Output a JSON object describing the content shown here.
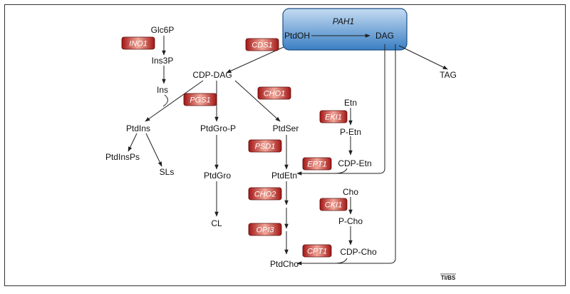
{
  "diagram": {
    "credit": "TI/BS",
    "colors": {
      "enzyme_fill_dark": "#a21616",
      "enzyme_fill_light": "#f2a89a",
      "box_fill_top": "#c6dcf2",
      "box_fill_bottom": "#3a7fc4",
      "box_stroke": "#1d4f86",
      "line": "#222222"
    },
    "box": {
      "label": "PAH1",
      "left": "PtdOH",
      "right": "DAG"
    },
    "metabolites": {
      "glc6p": {
        "t1": "Glc6",
        "t2": "P"
      },
      "ins3p": {
        "t1": "Ins3",
        "t2": "P"
      },
      "ins": "Ins",
      "cdpdag": "CDP-DAG",
      "tag": "TAG",
      "ptdins": "PtdIns",
      "ptdinsps": {
        "t1": "PtdIns",
        "t2": "P",
        "t3": "s"
      },
      "sls": "SLs",
      "ptdgrop": {
        "t1": "PtdGro-",
        "t2": "P"
      },
      "ptdgro": "PtdGro",
      "cl": "CL",
      "ptdser": "PtdSer",
      "ptdetn": "PtdEtn",
      "ptdcho": "PtdCho",
      "etn": "Etn",
      "petn": {
        "t1": "P",
        "t2": "-Etn"
      },
      "cdpetn": "CDP-Etn",
      "cho": "Cho",
      "pcho": {
        "t1": "P",
        "t2": "-Cho"
      },
      "cdpcho": "CDP-Cho"
    },
    "enzymes": {
      "ino1": "INO1",
      "cds1": "CDS1",
      "pgs1": "PGS1",
      "cho1": "CHO1",
      "psd1": "PSD1",
      "cho2": "CHO2",
      "opi3": "OPI3",
      "eki1": "EKI1",
      "ept1": "EPT1",
      "cki1": "CKI1",
      "cpt1": "CPT1"
    }
  }
}
